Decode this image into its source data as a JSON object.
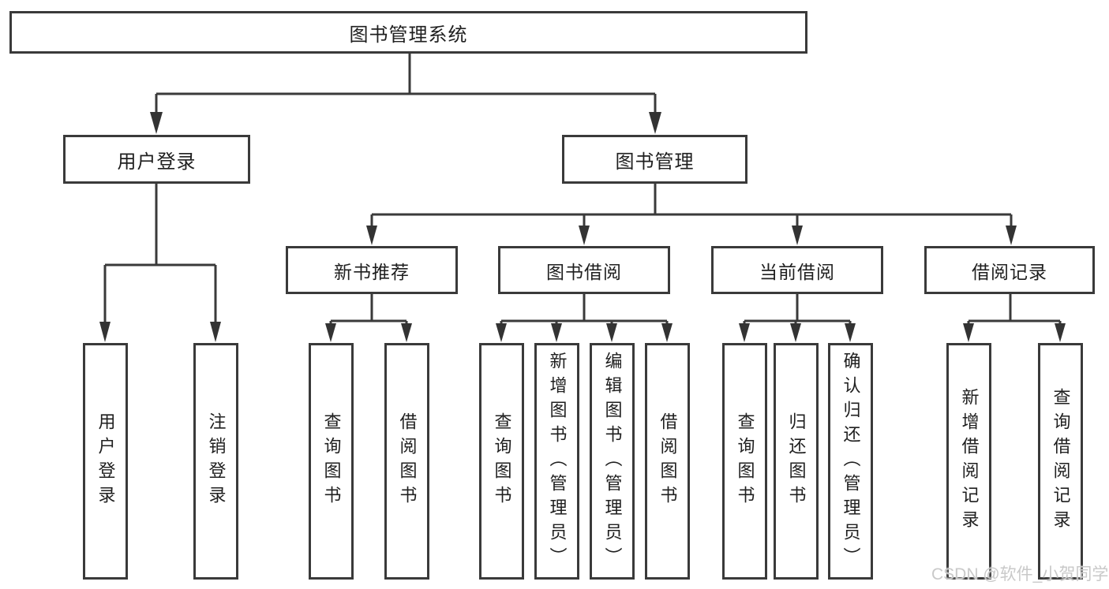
{
  "tree": {
    "root": "图书管理系统",
    "branches": [
      {
        "label": "用户登录",
        "children": [
          {
            "label": "用户登录"
          },
          {
            "label": "注销登录"
          }
        ]
      },
      {
        "label": "图书管理",
        "children": [
          {
            "label": "新书推荐",
            "children": [
              {
                "label": "查询图书"
              },
              {
                "label": "借阅图书"
              }
            ]
          },
          {
            "label": "图书借阅",
            "children": [
              {
                "label": "查询图书"
              },
              {
                "label": "新增图书（管理员）"
              },
              {
                "label": "编辑图书（管理员）"
              },
              {
                "label": "借阅图书"
              }
            ]
          },
          {
            "label": "当前借阅",
            "children": [
              {
                "label": "查询图书"
              },
              {
                "label": "归还图书"
              },
              {
                "label": "确认归还（管理员）"
              }
            ]
          },
          {
            "label": "借阅记录",
            "children": [
              {
                "label": "新增借阅记录"
              },
              {
                "label": "查询借阅记录"
              }
            ]
          }
        ]
      }
    ]
  },
  "watermark": "CSDN @软件_小贺同学",
  "colors": {
    "line": "#3a3a3a",
    "arrow": "#333333",
    "box_border": "#3a3a3a",
    "box_background": "#ffffff",
    "text": "#1f1f1f",
    "watermark": "#c9c9c9"
  }
}
